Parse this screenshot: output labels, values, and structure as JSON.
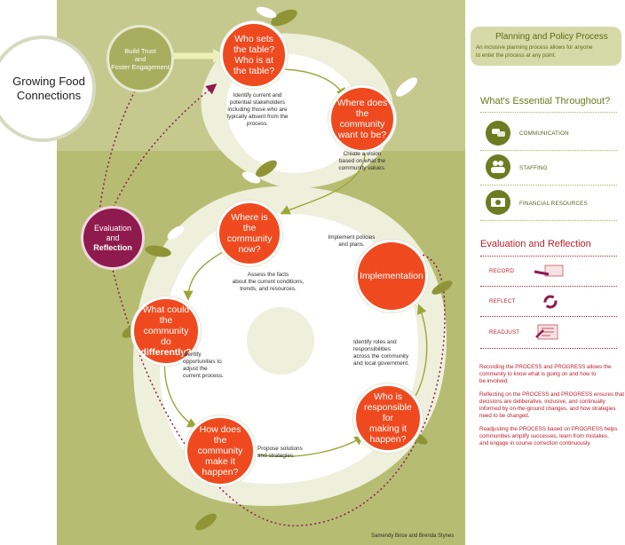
{
  "title_block": {
    "title": "Growing Food Connections"
  },
  "entry": {
    "label_line1": "Build Trust",
    "label_line2": "and",
    "label_line3": "Foster Engagement"
  },
  "evaluation_node": {
    "line1": "Evaluation",
    "line2": "and",
    "line3": "Reflection"
  },
  "cycle": {
    "n1": {
      "line1": "Who sets",
      "line2": "the table?",
      "line3": "Who is at",
      "line4": "the table?",
      "desc1": "Identify current and",
      "desc2": "potential stakeholders",
      "desc3": "including those who are",
      "desc4": "typically absent from the",
      "desc5": "process."
    },
    "n2": {
      "line1": "Where does",
      "line2": "the community",
      "line3": "want to be?",
      "desc1": "Create a vision",
      "desc2": "based on what the",
      "desc3": "community values."
    },
    "n3": {
      "line1": "Where is",
      "line2": "the community",
      "line3": "now?",
      "desc1": "Assess the facts",
      "desc2": "about the current conditions,",
      "desc3": "trends, and resources."
    },
    "n4": {
      "line1": "What could the",
      "line2": "community do",
      "line3": "differently?",
      "desc1": "Identify",
      "desc2": "opportunities to",
      "desc3": "adjust the",
      "desc4": "current process."
    },
    "n5": {
      "line1": "How does",
      "line2": "the community",
      "line3": "make it happen?",
      "desc1": "Propose solutions",
      "desc2": "and strategies."
    },
    "n6": {
      "line1": "Who is",
      "line2": "responsible for",
      "line3": "making it",
      "line4": "happen?",
      "desc1": "Identify roles and",
      "desc2": "responsibilities",
      "desc3": "across the community",
      "desc4": "and local government."
    },
    "n7": {
      "line1": "Implementation",
      "desc1": "Implement policies",
      "desc2": "and plans."
    }
  },
  "sidebar": {
    "process_title": "Planning and Policy Process",
    "process_sub1": "An inclusive planning process allows for anyone",
    "process_sub2": "to enter the process at any point.",
    "essentials_title": "What's Essential Throughout?",
    "essentials": [
      {
        "label": "COMMUNICATION",
        "icon": "speech-bubbles-icon"
      },
      {
        "label": "STAFFING",
        "icon": "people-icon"
      },
      {
        "label": "FINANCIAL RESOURCES",
        "icon": "money-icon"
      }
    ],
    "eval_title": "Evaluation and Reflection",
    "eval_items": [
      {
        "label": "RECORD",
        "icon": "pen-paper-icon"
      },
      {
        "label": "REFLECT",
        "icon": "cycle-arrows-icon"
      },
      {
        "label": "READJUST",
        "icon": "checklist-icon"
      }
    ],
    "p1": [
      "Recording the PROCESS and PROGRESS allows the",
      "community to know what is going on and how to",
      "be involved."
    ],
    "p2": [
      "Reflecting on the PROCESS and PROGRESS ensures that",
      "decisions are deliberative, inclusive, and continually",
      "informed by on-the-ground changes, and how strategies",
      "need to be changed."
    ],
    "p3": [
      "Readjusting the PROCESS based on PROGRESS helps",
      "communities amplify successes, learn from mistakes,",
      "and engage in course correction continuously."
    ]
  },
  "credit": "Samendy Brice and Brenda Stynes",
  "colors": {
    "olive": "#c5c98e",
    "olive_dark": "#8f9536",
    "orange": "#ef4a1f",
    "maroon": "#8e1a4e",
    "red": "#b7212c",
    "green_text": "#6a7a1a"
  }
}
